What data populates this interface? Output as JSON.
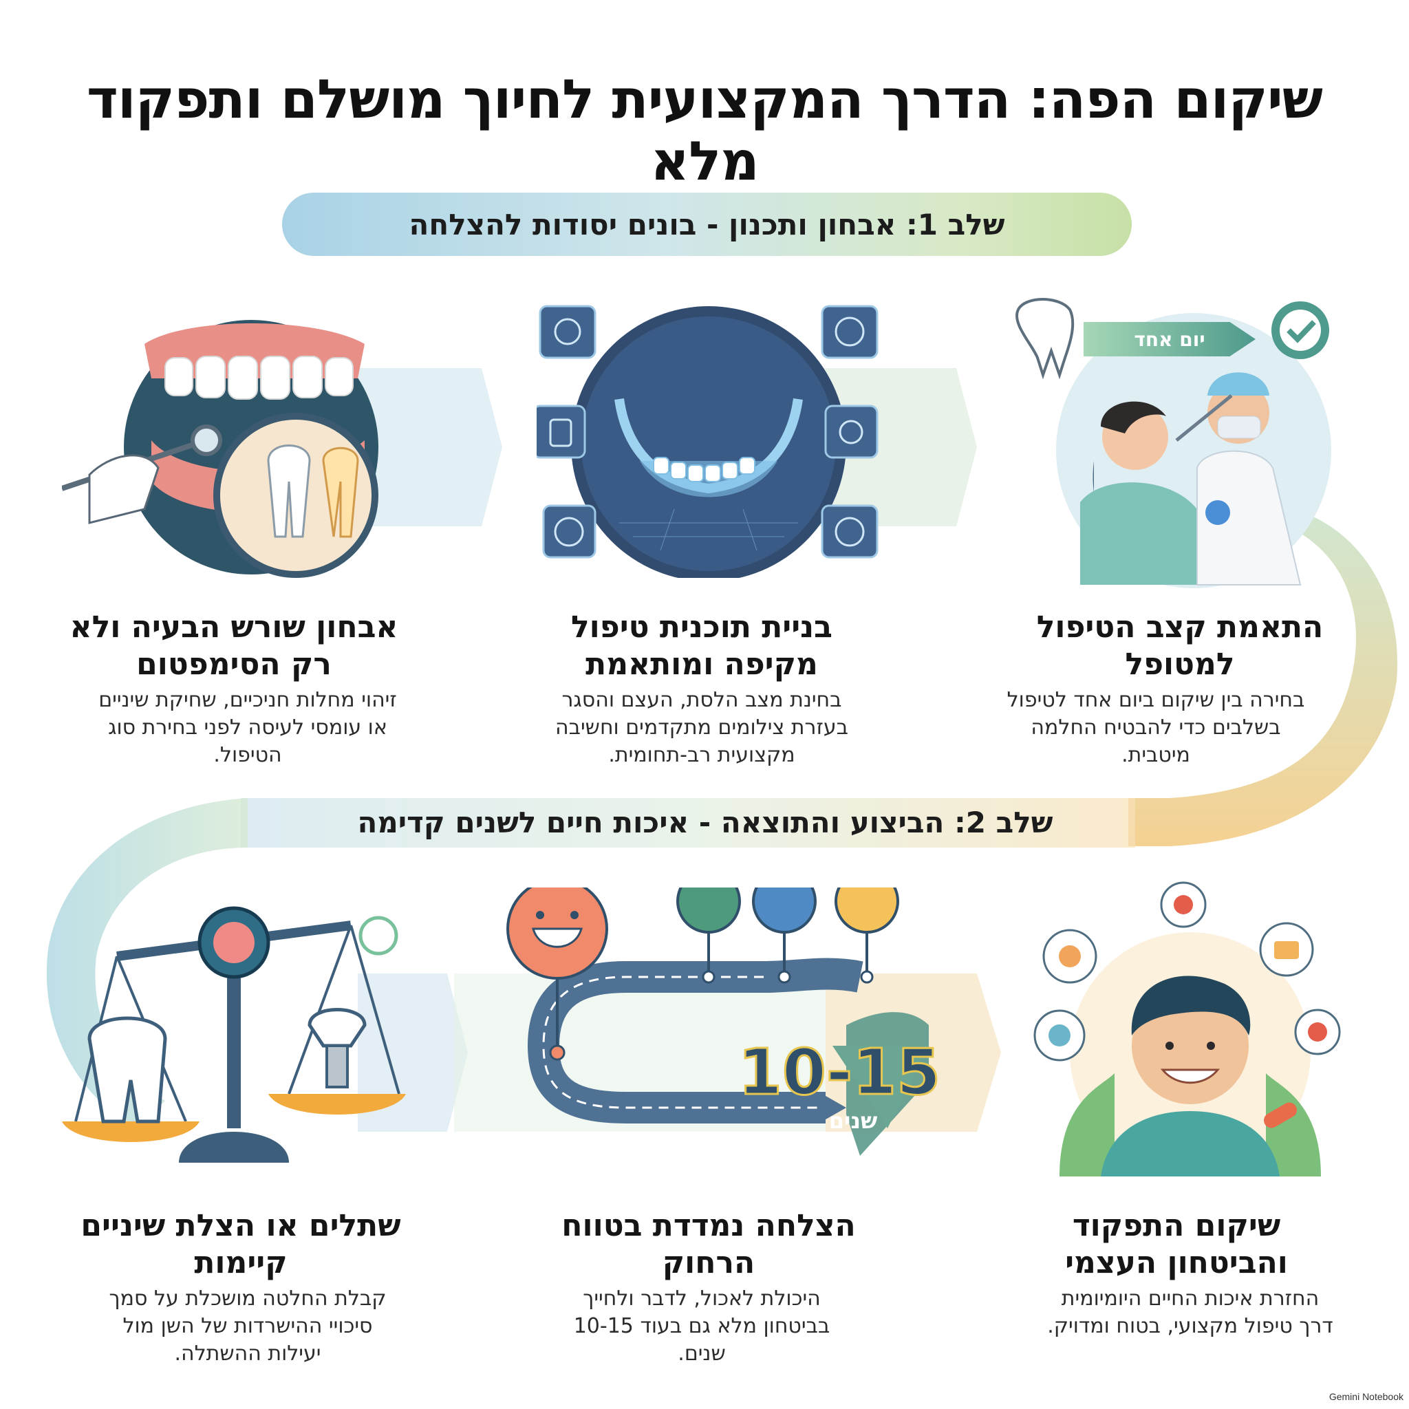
{
  "title": "שיקום הפה: הדרך המקצועית לחיוך מושלם ותפקוד מלא",
  "stage1": {
    "label": "שלב 1: אבחון ותכנון - בונים יסודות להצלחה"
  },
  "stage2": {
    "label": "שלב 2: הביצוע והתוצאה - איכות חיים לשנים קדימה"
  },
  "stage1_cards": [
    {
      "title": "התאמת קצב הטיפול למטופל",
      "desc": "בחירה בין שיקום ביום אחד לטיפול בשלבים כדי להבטיח החלמה מיטבית.",
      "badge": "יום אחד"
    },
    {
      "title": "בניית תוכנית טיפול מקיפה ומותאמת",
      "desc": "בחינת מצב הלסת, העצם והסגר בעזרת צילומים מתקדמים וחשיבה מקצועית רב-תחומית."
    },
    {
      "title": "אבחון שורש הבעיה ולא רק הסימפטום",
      "desc": "זיהוי מחלות חניכיים, שחיקת שיניים או עומסי לעיסה לפני בחירת סוג הטיפול."
    }
  ],
  "stage2_cards": [
    {
      "title": "שיקום התפקוד והביטחון העצמי",
      "desc": "החזרת איכות החיים היומיומית דרך טיפול מקצועי, בטוח ומדויק."
    },
    {
      "title": "הצלחה נמדדת בטווח הרחוק",
      "desc": "היכולת לאכול, לדבר ולחייך בביטחון מלא גם בעוד 10-15 שנים.",
      "big_number": "10-15",
      "unit": "שנים"
    },
    {
      "title": "שתלים או הצלת שיניים קיימות",
      "desc": "קבלת החלטה מושכלת על סמך סיכויי ההישרדות של השן מול יעילות ההשתלה."
    }
  ],
  "watermark": "Gemini Notebook",
  "colors": {
    "teal": "#5fa9c4",
    "green": "#9cc98a",
    "orange": "#f1b45a",
    "navy": "#2f4f6b"
  }
}
